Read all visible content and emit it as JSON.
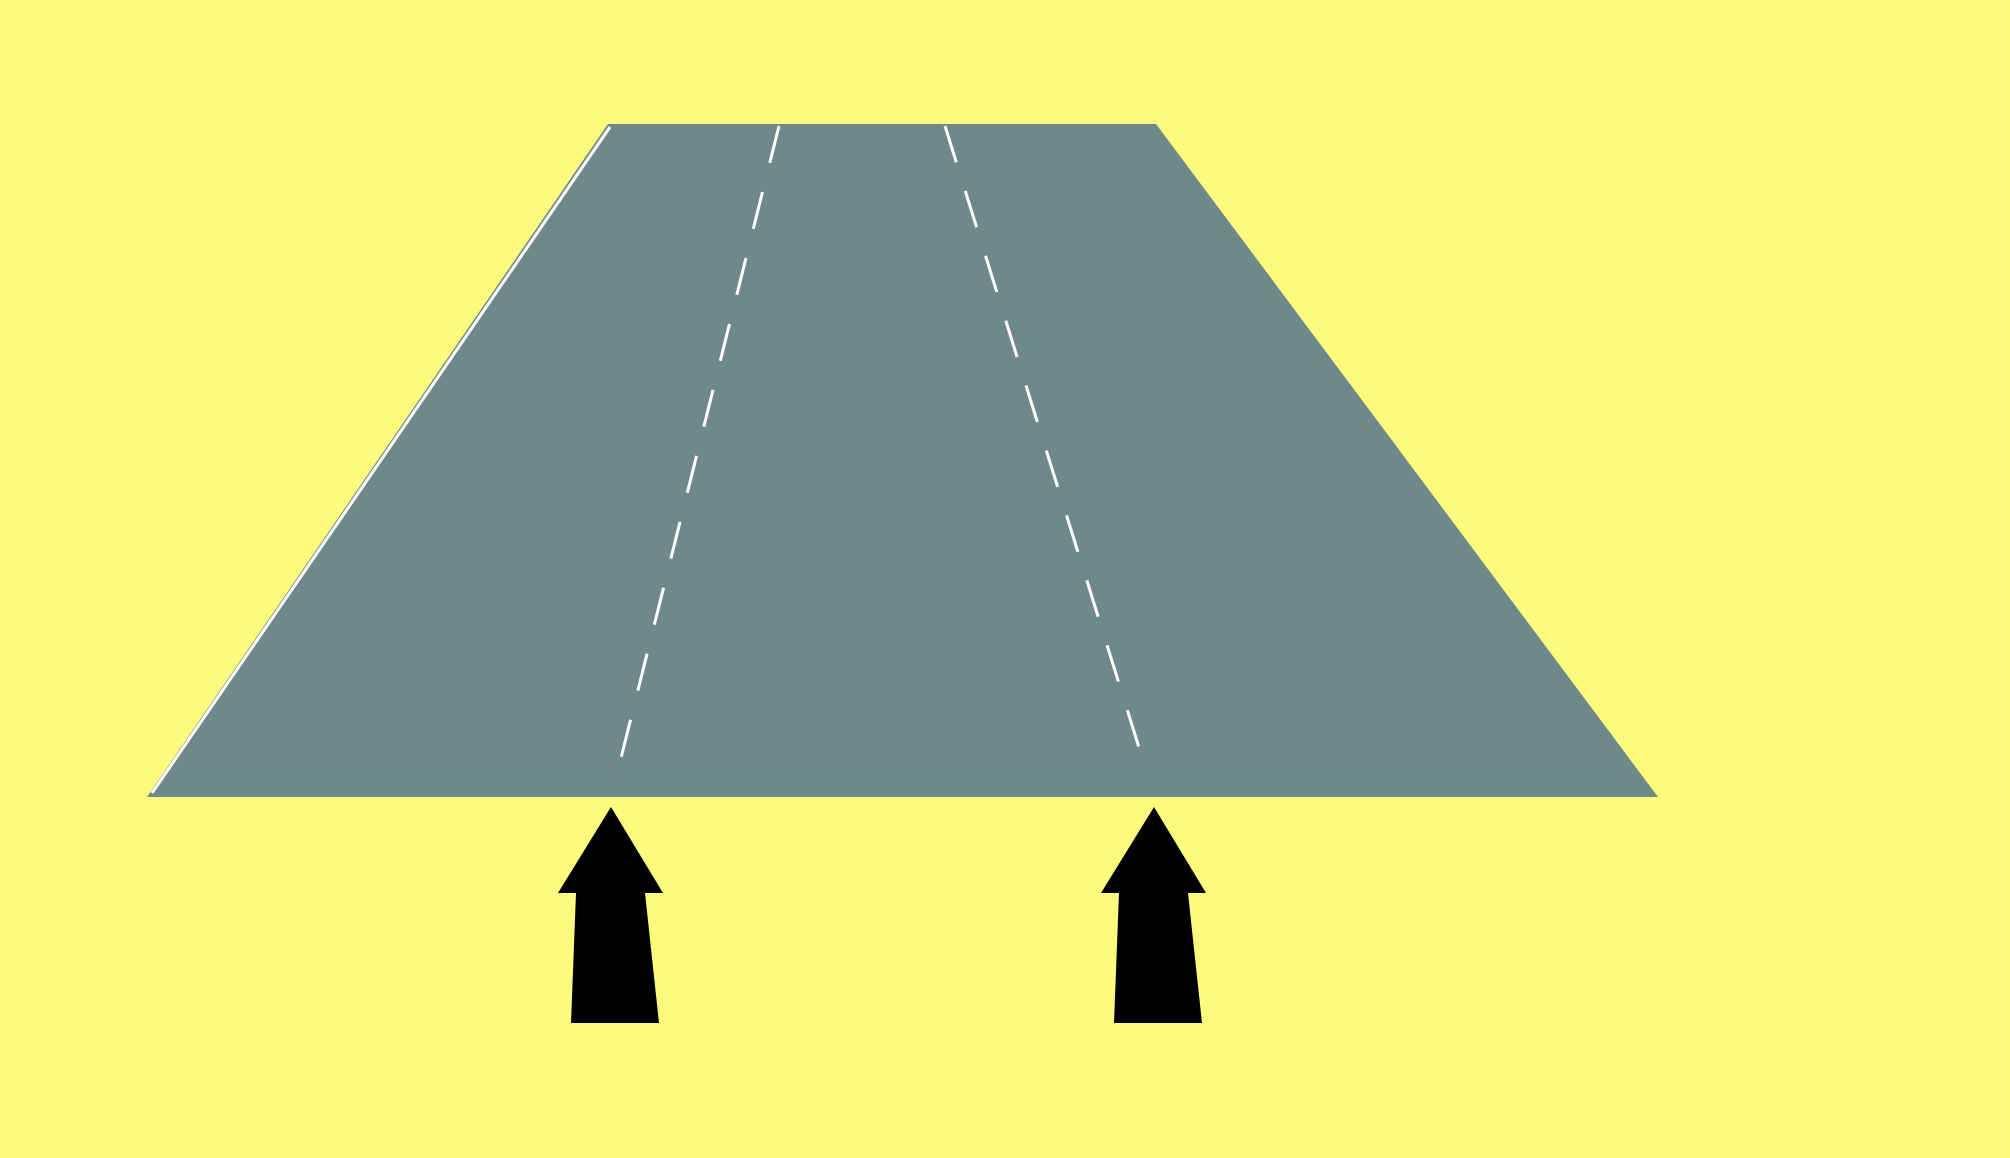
{
  "scene": {
    "kind": "road-sign-diagram",
    "colors": {
      "background": "#fcfc78",
      "background_dither": "#fff5a0",
      "road": "#6f888a",
      "lane_marking": "#ffffff",
      "arrow": "#000000"
    },
    "road": {
      "lanes": 3,
      "left_edge_marking": "solid",
      "lane_dividers": "dashed"
    },
    "arrows": [
      {
        "direction": "up",
        "lane_boundary": "left-divider"
      },
      {
        "direction": "up",
        "lane_boundary": "right-divider"
      }
    ]
  }
}
